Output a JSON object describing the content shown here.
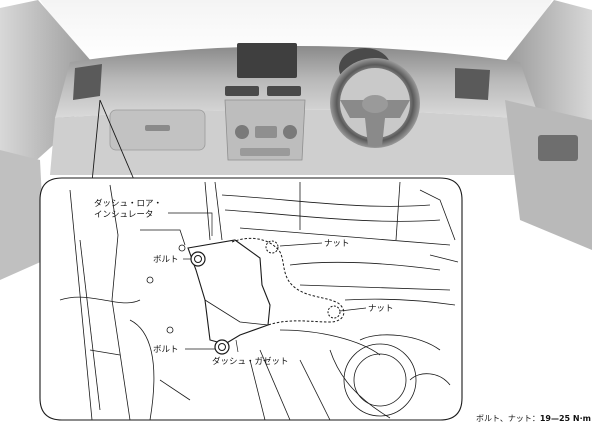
{
  "labels": {
    "dash_lower_insulator_line1": "ダッシュ・ロア・",
    "dash_lower_insulator_line2": "インシュレータ",
    "nut_upper": "ナット",
    "bolt_upper": "ボルト",
    "nut_lower": "ナット",
    "bolt_lower": "ボルト",
    "dash_gusset": "ダッシュ・ガゼット"
  },
  "torque_spec": {
    "prefix": "ボルト、ナット：",
    "value": "19—25 N·m"
  },
  "colors": {
    "line": "#1a1a1a",
    "interior_dark": "#6e6e6e",
    "interior_mid": "#a9a9a9",
    "interior_light": "#d4d4d4",
    "callout_fill": "#ffffff"
  }
}
